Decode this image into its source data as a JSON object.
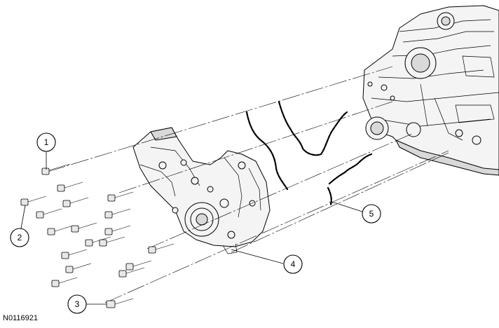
{
  "figure_id": "N0116921",
  "callouts": [
    {
      "number": "1"
    },
    {
      "number": "2"
    },
    {
      "number": "3"
    },
    {
      "number": "4"
    },
    {
      "number": "5"
    }
  ]
}
